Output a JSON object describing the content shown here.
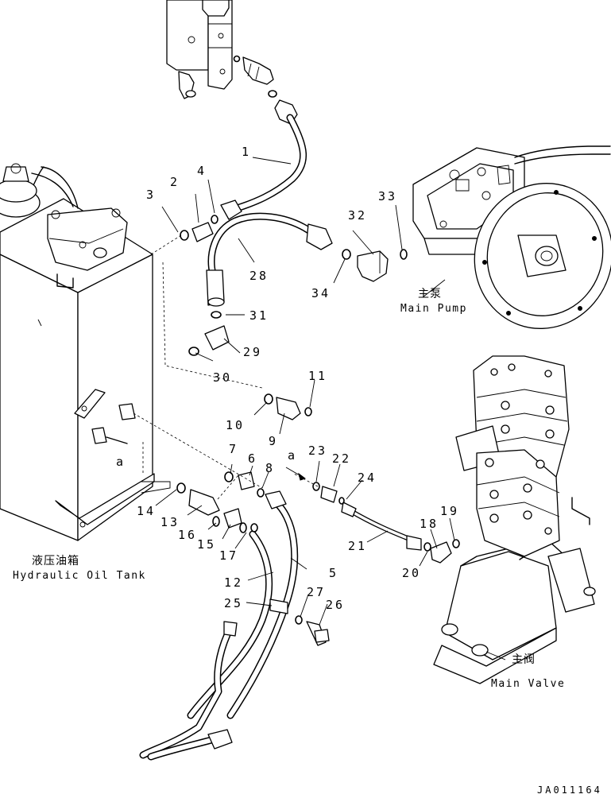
{
  "diagram": {
    "components": {
      "hydraulic_oil_tank": {
        "label_cn": "液压油箱",
        "label_en": "Hydraulic Oil Tank"
      },
      "main_pump": {
        "label_cn": "主泵",
        "label_en": "Main Pump"
      },
      "main_valve": {
        "label_cn": "主阀",
        "label_en": "Main Valve"
      }
    },
    "part_numbers": [
      "1",
      "2",
      "3",
      "4",
      "5",
      "6",
      "7",
      "8",
      "9",
      "10",
      "11",
      "12",
      "13",
      "14",
      "15",
      "16",
      "17",
      "18",
      "19",
      "20",
      "21",
      "22",
      "23",
      "24",
      "25",
      "26",
      "27",
      "28",
      "29",
      "30",
      "31",
      "32",
      "33",
      "34"
    ],
    "detail_marker": "a",
    "drawing_code": "JA011164"
  }
}
